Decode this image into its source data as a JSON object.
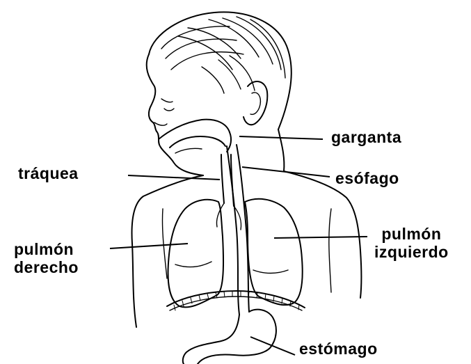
{
  "labels": {
    "garganta": "garganta",
    "esofago": "esófago",
    "traquea": "tráquea",
    "pulmon_derecho": [
      "pulmón",
      "derecho"
    ],
    "pulmon_izquierdo": [
      "pulmón",
      "izquierdo"
    ],
    "estomago": "estómago"
  }
}
